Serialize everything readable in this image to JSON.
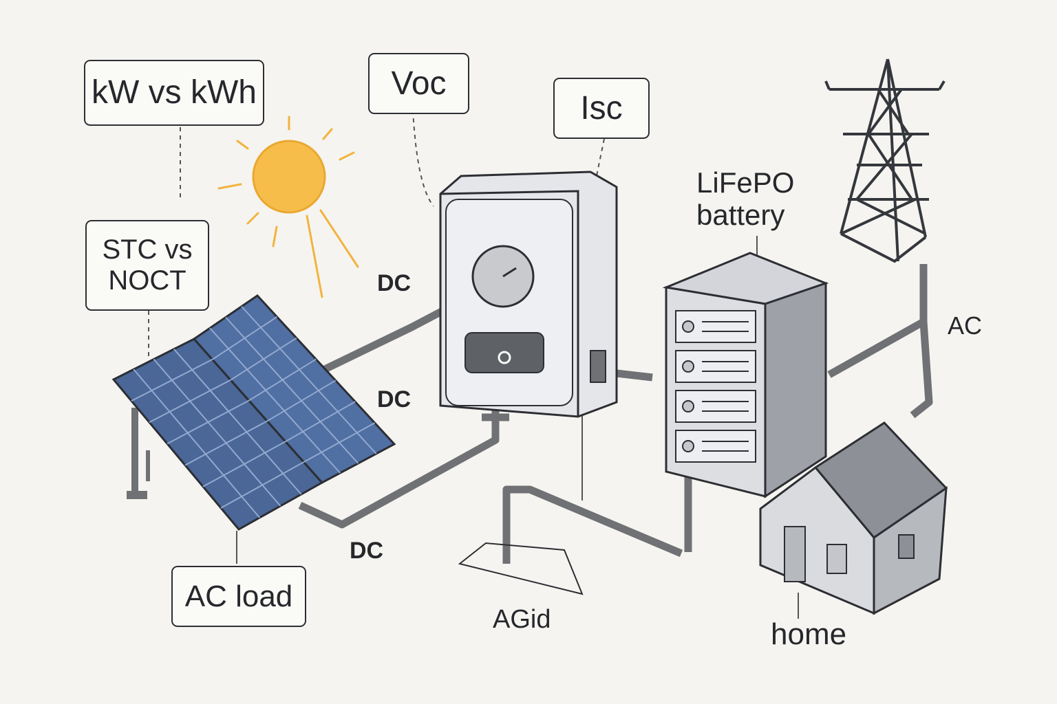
{
  "labels": {
    "kw_vs_kwh": "kW vs kWh",
    "voc": "Voc",
    "isc": "Isc",
    "stc_vs_noct": "STC vs NOCT",
    "ac_load": "AC load",
    "lifepo_battery": "LiFePO battery",
    "dc_upper": "DC",
    "dc_middle": "DC",
    "dc_lower": "DC",
    "ac": "AC",
    "agid": "AGid",
    "home": "home"
  },
  "colors": {
    "background": "#f5f4f0",
    "outline": "#2c2e33",
    "sun": "#f2b33d",
    "panel_cell": "#3f5f93",
    "cable": "#6f7174",
    "equipment": "#dfe1e5",
    "house": "#a9abb0"
  },
  "components": [
    {
      "name": "sun",
      "icon": "sun-icon"
    },
    {
      "name": "solar panel array",
      "icon": "solar-panel-icon"
    },
    {
      "name": "inverter",
      "icon": "inverter-icon"
    },
    {
      "name": "battery",
      "icon": "battery-rack-icon"
    },
    {
      "name": "grid",
      "icon": "transmission-tower-icon"
    },
    {
      "name": "home",
      "icon": "house-icon"
    }
  ]
}
